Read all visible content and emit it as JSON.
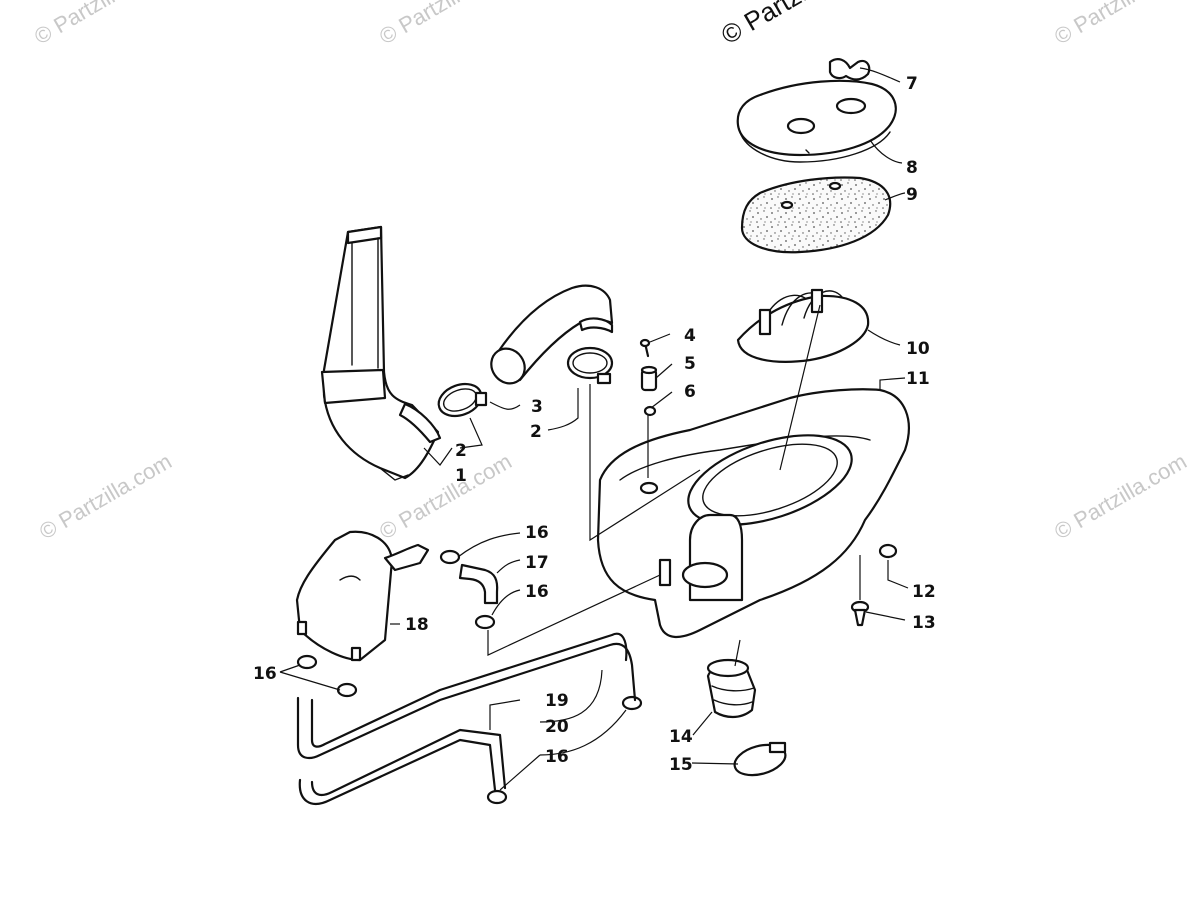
{
  "watermark": {
    "text": "© Partzilla.com",
    "top_text": "© Partzill",
    "color": "#c8c8c8"
  },
  "callouts": [
    "1",
    "2",
    "2",
    "3",
    "4",
    "5",
    "6",
    "7",
    "8",
    "9",
    "10",
    "11",
    "12",
    "13",
    "14",
    "15",
    "16",
    "16",
    "16",
    "16",
    "17",
    "18",
    "19",
    "20"
  ],
  "icon_names": [
    "air-intake-duct",
    "hose-clamp",
    "intake-boot",
    "screw",
    "standoff",
    "washer",
    "wing-nut",
    "airbox-cover",
    "foam-filter",
    "filter-cage",
    "airbox",
    "grommet",
    "push-rivet",
    "outlet-boot",
    "clamp",
    "vent-tank",
    "elbow-fitting",
    "vent-hose"
  ]
}
